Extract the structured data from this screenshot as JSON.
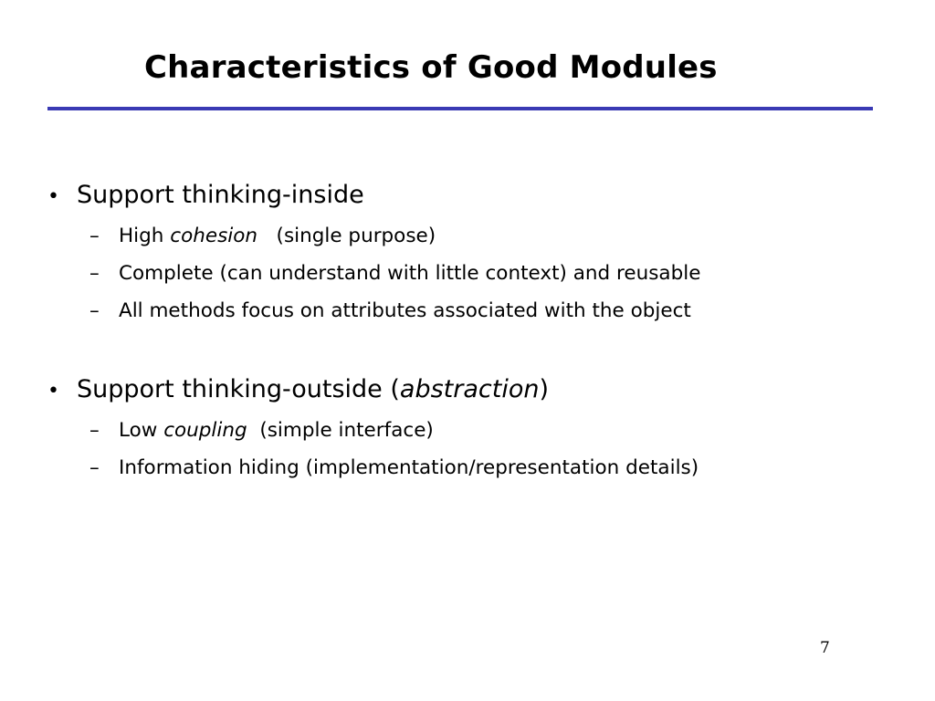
{
  "slide": {
    "title": "Characteristics of Good Modules",
    "bullet_mark": "•",
    "sub_mark": "–",
    "page_number": "7"
  },
  "bullets": [
    {
      "text": "Support thinking-inside",
      "subs": [
        {
          "pre": "High ",
          "em": "cohesion",
          "post": "   (single purpose)"
        },
        {
          "pre": "Complete (can understand with little context) and reusable",
          "em": "",
          "post": ""
        },
        {
          "pre": "All methods focus on attributes associated with the object",
          "em": "",
          "post": ""
        }
      ]
    },
    {
      "text": "Support thinking-outside (",
      "em": "abstraction",
      "post": ")",
      "subs": [
        {
          "pre": "Low ",
          "em": "coupling",
          "post": "  (simple interface)"
        },
        {
          "pre": "Information hiding (implementation/representation details)",
          "em": "",
          "post": ""
        }
      ]
    }
  ]
}
